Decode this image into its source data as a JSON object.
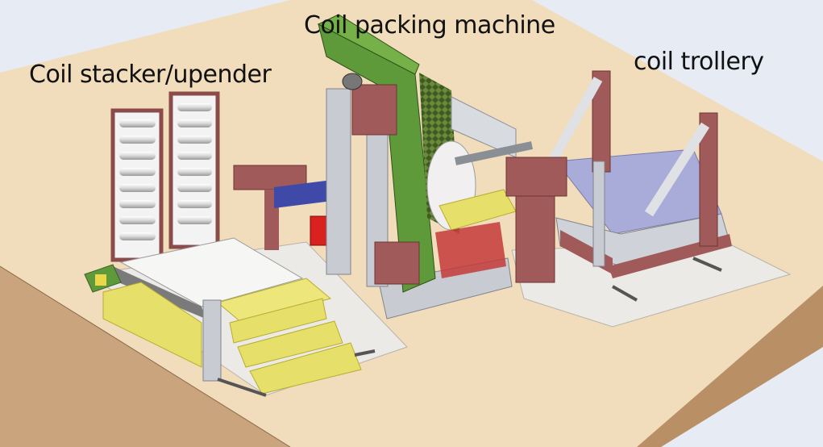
{
  "labels": {
    "stacker": "Coil stacker/upender",
    "packing": "Coil packing machine",
    "trolley": "coil trollery"
  },
  "colors": {
    "background": "#e6ebf4",
    "floor_top": "#f1dcbc",
    "floor_front": "#c9a47d",
    "floor_side": "#b98f66",
    "frame_red": "#a05a5a",
    "frame_green": "#5f9a3a",
    "pad_yellow": "#e6df6a",
    "steel_grey": "#c8ccd2",
    "plate_blue": "#a9acd8",
    "accent_red": "#d9221f"
  }
}
